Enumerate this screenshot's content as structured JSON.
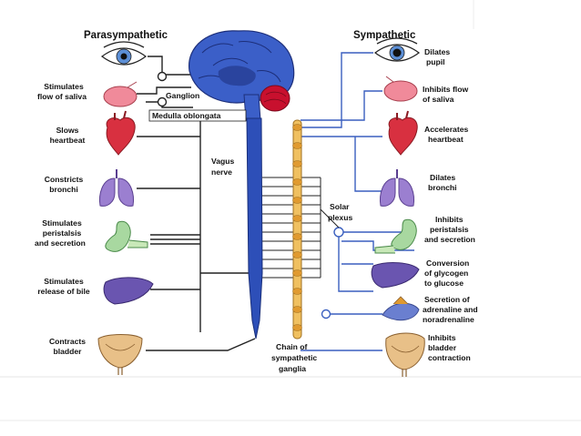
{
  "headers": {
    "parasympathetic": "Parasympathetic",
    "sympathetic": "Sympathetic"
  },
  "center_labels": {
    "ganglion": "Ganglion",
    "medulla": "Medulla oblongata",
    "vagus": [
      "Vagus",
      "nerve"
    ],
    "solar": [
      "Solar",
      "plexus"
    ],
    "chain": [
      "Chain of",
      "sympathetic",
      "ganglia"
    ]
  },
  "parasympathetic_effects": [
    [
      "Stimulates",
      "flow of saliva"
    ],
    [
      "Slows",
      "heartbeat"
    ],
    [
      "Constricts",
      "bronchi"
    ],
    [
      "Stimulates",
      "peristalsis",
      "and secretion"
    ],
    [
      "Stimulates",
      "release of bile"
    ],
    [
      "Contracts",
      "bladder"
    ]
  ],
  "sympathetic_effects": [
    [
      "Dilates",
      "pupil"
    ],
    [
      "Inhibits flow",
      "of saliva"
    ],
    [
      "Accelerates",
      "heartbeat"
    ],
    [
      "Dilates",
      "bronchi"
    ],
    [
      "Inhibits",
      "peristalsis",
      "and secretion"
    ],
    [
      "Conversion",
      "of glycogen",
      "to glucose"
    ],
    [
      "Secretion of",
      "adrenaline and",
      "noradrenaline"
    ],
    [
      "Inhibits",
      "bladder",
      "contraction"
    ]
  ],
  "colors": {
    "spinal_cord": "#2d4fb8",
    "brain": "#3b5fc8",
    "cerebellum": "#c8102e",
    "sympathetic_chain": "#f0c060",
    "nerve_line_para": "#222222",
    "nerve_line_symp": "#3a5fbf",
    "heart": "#d83040",
    "lungs": "#9b7fd0",
    "stomach": "#a8d8a0",
    "liver": "#6a55b0",
    "bladder": "#e8c088"
  }
}
